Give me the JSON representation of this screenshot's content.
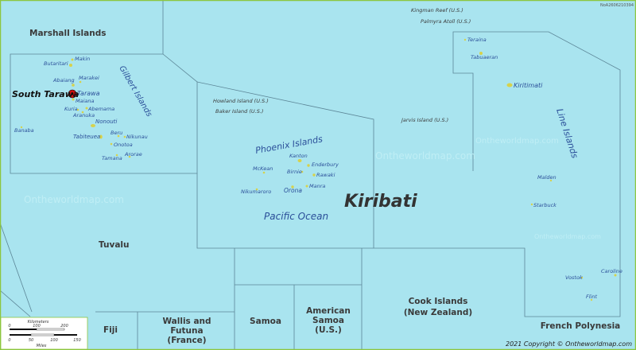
{
  "map": {
    "title": "Kiribati",
    "ocean": "Pacific Ocean",
    "capital": "South Tarawa",
    "copyright": "2021 Copyright © Ontheworldmap.com",
    "id_code": "NoA2606210394",
    "watermark": "Ontheworldmap.com",
    "colors": {
      "sea": "#a9e4ef",
      "island": "#d6d24c",
      "label": "#2b4f99",
      "capital_marker": "#cc1111",
      "border_frame": "#8cc63f"
    },
    "groups": {
      "gilbert": "Gilbert Islands",
      "phoenix": "Phoenix Islands",
      "line": "Line Islands"
    },
    "countries": {
      "marshall": "Marshall Islands",
      "tuvalu": "Tuvalu",
      "fiji": "Fiji",
      "wallis_1": "Wallis and",
      "wallis_2": "Futuna",
      "wallis_3": "(France)",
      "samoa": "Samoa",
      "am_samoa_1": "American",
      "am_samoa_2": "Samoa",
      "am_samoa_3": "(U.S.)",
      "cook_1": "Cook Islands",
      "cook_2": "(New Zealand)",
      "french_polynesia": "French Polynesia"
    },
    "us_territories": {
      "kingman": "Kingman Reef (U.S.)",
      "palmyra": "Palmyra Atoll (U.S.)",
      "howland": "Howland Island (U.S.)",
      "baker": "Baker Island (U.S.)",
      "jarvis": "Jarvis Island (U.S.)"
    },
    "islands": {
      "makin": "Makin",
      "butaritari": "Butaritari",
      "abaiang": "Abaiang",
      "marakei": "Marakei",
      "tarawa": "Tarawa",
      "maiana": "Maiana",
      "kuria": "Kuria",
      "abemama": "Abemama",
      "aranuka": "Aranuka",
      "nonouti": "Nonouti",
      "banaba": "Banaba",
      "beru": "Beru",
      "nikunau": "Nikunau",
      "tabiteuea": "Tabiteuea",
      "onotoa": "Onotoa",
      "tamana": "Tamana",
      "arorae": "Arorae",
      "kanton": "Kanton",
      "enderbury": "Enderbury",
      "mckean": "McKean",
      "birnie": "Birnie",
      "rawaki": "Rawaki",
      "nikumaroro": "Nikumaroro",
      "orona": "Orona",
      "manra": "Manra",
      "teraina": "Teraina",
      "tabuaeran": "Tabuaeran",
      "kiritimati": "Kiritimati",
      "malden": "Malden",
      "starbuck": "Starbuck",
      "caroline": "Caroline",
      "vostok": "Vostok",
      "flint": "Flint"
    },
    "scale": {
      "km_label": "Kilometers",
      "km_ticks": [
        "0",
        "100",
        "200"
      ],
      "mi_label": "Miles",
      "mi_ticks": [
        "0",
        "50",
        "100",
        "150"
      ]
    }
  }
}
